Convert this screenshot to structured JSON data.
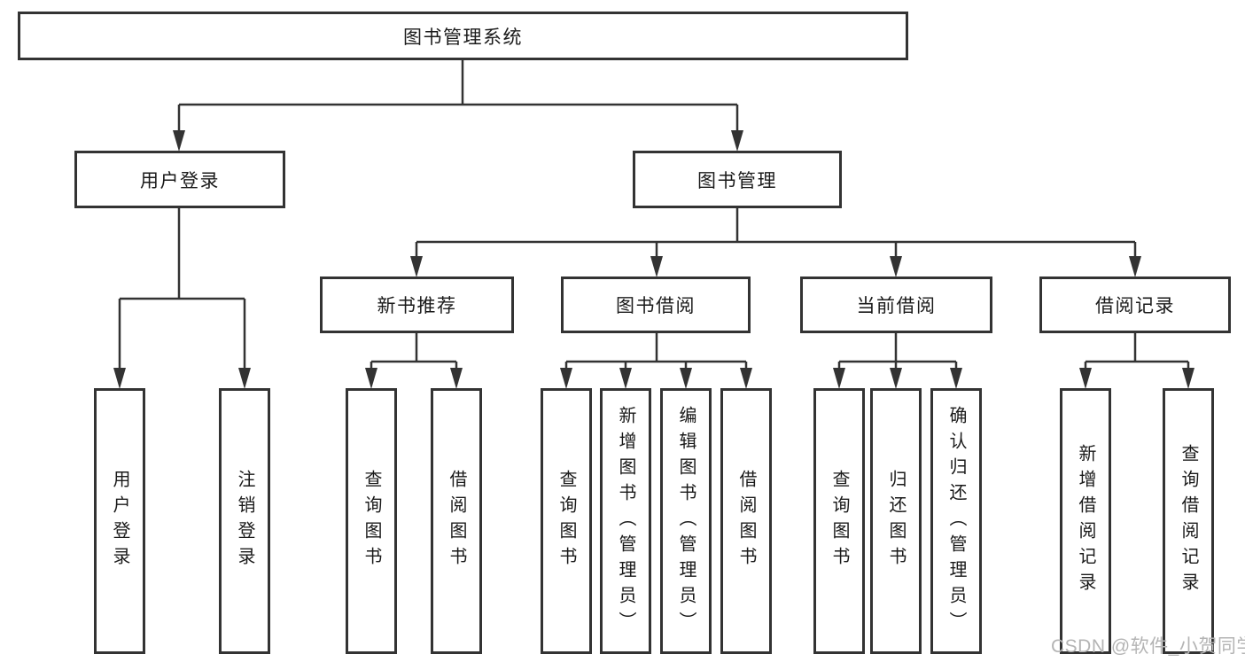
{
  "diagram": {
    "title": "图书管理系统",
    "nodes": {
      "root": "图书管理系统",
      "user_login": "用户登录",
      "book_management": "图书管理",
      "new_book_recommend": "新书推荐",
      "book_borrowing": "图书借阅",
      "current_borrowing": "当前借阅",
      "borrowing_records": "借阅记录",
      "leaf_user_login": "用户登录",
      "leaf_logout": "注销登录",
      "leaf_nbr_query_books": "查询图书",
      "leaf_nbr_borrow_books": "借阅图书",
      "leaf_bb_query_books": "查询图书",
      "leaf_bb_add_books_admin": "新增图书（管理员）",
      "leaf_bb_edit_books_admin": "编辑图书（管理员）",
      "leaf_bb_borrow_books": "借阅图书",
      "leaf_cb_query_books": "查询图书",
      "leaf_cb_return_books": "归还图书",
      "leaf_cb_confirm_return_admin": "确认归还（管理员）",
      "leaf_br_add_record": "新增借阅记录",
      "leaf_br_query_record": "查询借阅记录"
    },
    "watermark": "CSDN @软件_小贺同学",
    "colors": {
      "line": "#333333",
      "text": "#1a1a1a",
      "background": "#ffffff",
      "watermark": "#b4b4b4"
    }
  }
}
